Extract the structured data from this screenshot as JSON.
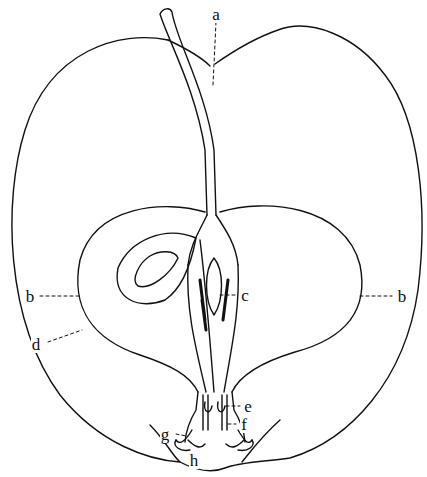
{
  "diagram": {
    "labels": [
      "a",
      "b",
      "c",
      "b",
      "d",
      "e",
      "f",
      "g",
      "h"
    ]
  }
}
